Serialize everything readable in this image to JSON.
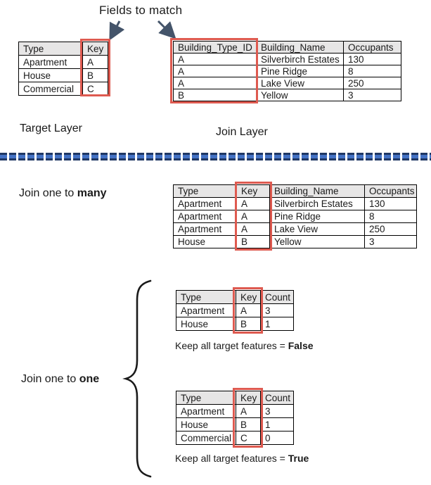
{
  "title": "Fields to match",
  "colors": {
    "red": "#de5a50",
    "arrow": "#44546a",
    "div_blue": "#4472c4",
    "div_dark": "#203864",
    "header_bg": "#e7e6e6"
  },
  "target_table": {
    "label": "Target Layer",
    "headers": [
      "Type",
      "Key"
    ],
    "rows": [
      [
        "Apartment",
        "A"
      ],
      [
        "House",
        "B"
      ],
      [
        "Commercial",
        "C"
      ]
    ]
  },
  "join_table": {
    "label": "Join Layer",
    "headers": [
      "Building_Type_ID",
      "Building_Name",
      "Occupants"
    ],
    "rows": [
      [
        "A",
        "Silverbirch Estates",
        "130"
      ],
      [
        "A",
        "Pine Ridge",
        "8"
      ],
      [
        "A",
        "Lake View",
        "250"
      ],
      [
        "B",
        "Yellow",
        "3"
      ]
    ]
  },
  "one_to_many": {
    "label_prefix": "Join one to ",
    "label_bold": "many",
    "table": {
      "headers": [
        "Type",
        "Key",
        "Building_Name",
        "Occupants"
      ],
      "rows": [
        [
          "Apartment",
          "A",
          "Silverbirch Estates",
          "130"
        ],
        [
          "Apartment",
          "A",
          "Pine Ridge",
          "8"
        ],
        [
          "Apartment",
          "A",
          "Lake View",
          "250"
        ],
        [
          "House",
          "B",
          "Yellow",
          "3"
        ]
      ]
    }
  },
  "one_to_one": {
    "label_prefix": "Join one to ",
    "label_bold": "one",
    "false_table": {
      "headers": [
        "Type",
        "Key",
        "Count"
      ],
      "rows": [
        [
          "Apartment",
          "A",
          "3"
        ],
        [
          "House",
          "B",
          "1"
        ]
      ],
      "caption_prefix": "Keep all target features = ",
      "caption_bold": "False"
    },
    "true_table": {
      "headers": [
        "Type",
        "Key",
        "Count"
      ],
      "rows": [
        [
          "Apartment",
          "A",
          "3"
        ],
        [
          "House",
          "B",
          "1"
        ],
        [
          "Commercial",
          "C",
          "0"
        ]
      ],
      "caption_prefix": "Keep all target features = ",
      "caption_bold": "True"
    }
  }
}
